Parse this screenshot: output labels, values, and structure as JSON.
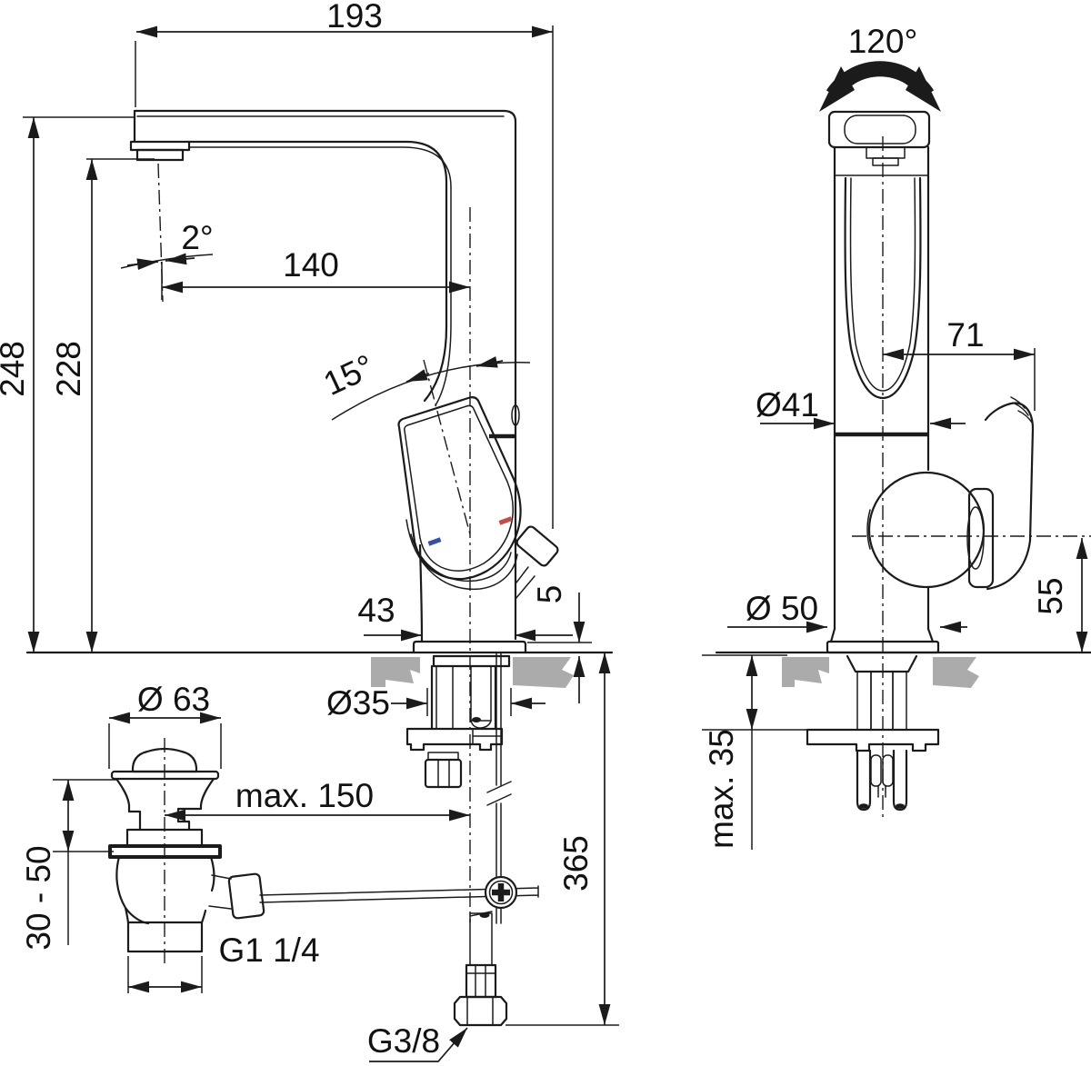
{
  "colors": {
    "line": "#1b1b1b",
    "deck_gray": "#ababab",
    "cold": "#3a51a3",
    "hot": "#c24b4b"
  },
  "front_view": {
    "width_total": "193",
    "height_total": "248",
    "height_spout": "228",
    "spout_reach": "140",
    "spout_angle": "2°",
    "handle_angle": "15°",
    "body_width": "43",
    "base_height": "5",
    "drain_flange_dia": "Ø 63",
    "drain_distance": "max. 150",
    "drain_range": "30 - 50",
    "drain_thread": "G1 1/4",
    "hole_dia": "Ø35",
    "hose_length": "365",
    "supply_thread": "G3/8"
  },
  "side_view": {
    "swivel_angle": "120°",
    "handle_reach": "71",
    "body_dia": "Ø41",
    "base_dia": "Ø 50",
    "handle_height": "55",
    "deck_thickness": "max. 35"
  }
}
